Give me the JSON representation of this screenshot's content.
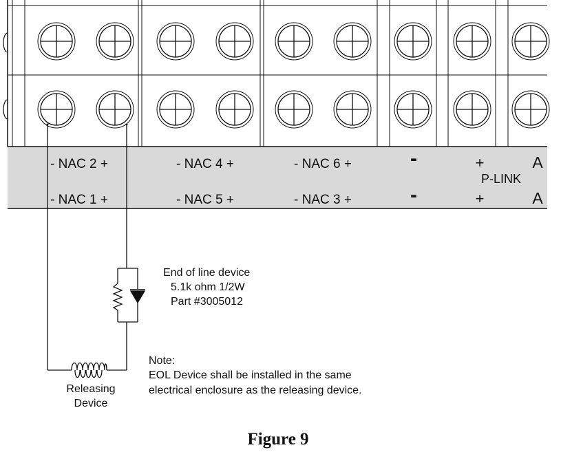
{
  "terminal_labels": {
    "row1": [
      "- NAC 2 +",
      "- NAC 4 +",
      "- NAC 6 +"
    ],
    "row2": [
      "- NAC 1 +",
      "- NAC 5 +",
      "- NAC 3 +"
    ],
    "minus_sign": "-",
    "plus_sign": "+",
    "a_label": "A",
    "plink_label": "P-LINK"
  },
  "eol_device": {
    "line1": "End of line device",
    "line2": "5.1k ohm 1/2W",
    "line3": "Part #3005012"
  },
  "note": {
    "title": "Note:",
    "line1": "EOL Device shall be installed in the same",
    "line2": "electrical enclosure as the releasing device."
  },
  "releasing_device": {
    "line1": "Releasing",
    "line2": "Device"
  },
  "figure_caption": "Figure 9",
  "colors": {
    "label_band": "#d9d9d9",
    "line": "#111111"
  }
}
